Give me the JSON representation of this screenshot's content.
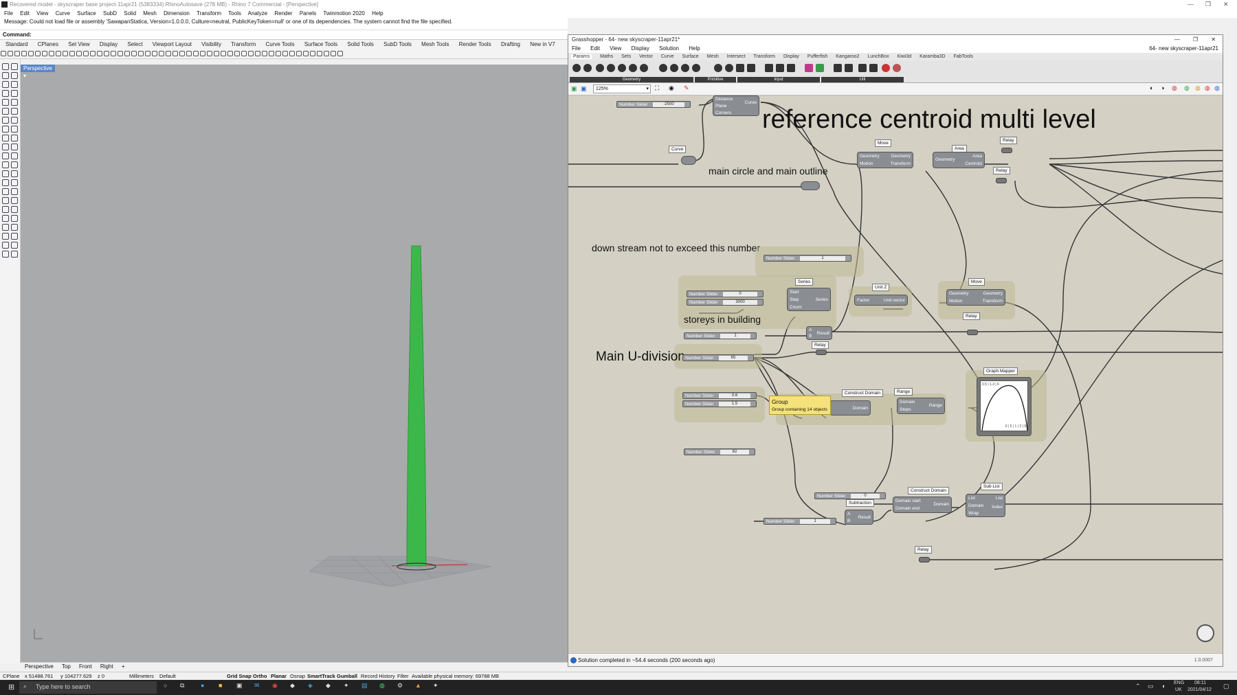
{
  "rhino": {
    "title": "Recovered model - skyscraper base project-11apr21 (5383334) RhinoAutosave (278 MB) - Rhino 7 Commercial - [Perspective]",
    "menu": [
      "File",
      "Edit",
      "View",
      "Curve",
      "Surface",
      "SubD",
      "Solid",
      "Mesh",
      "Dimension",
      "Transform",
      "Tools",
      "Analyze",
      "Render",
      "Panels",
      "Twinmotion 2020",
      "Help"
    ],
    "message": "Message: Could not load file or assembly 'SawapanStatica, Version=1.0.0.0, Culture=neutral, PublicKeyToken=null' or one of its dependencies. The system cannot find the file specified.",
    "command_label": "Command:",
    "toolbar_tabs": [
      "Standard",
      "CPlanes",
      "Set View",
      "Display",
      "Select",
      "Viewport Layout",
      "Visibility",
      "Transform",
      "Curve Tools",
      "Surface Tools",
      "Solid Tools",
      "SubD Tools",
      "Mesh Tools",
      "Render Tools",
      "Drafting",
      "New in V7"
    ],
    "viewport_label": "Perspective",
    "viewport_tabs": [
      "Perspective",
      "Top",
      "Front",
      "Right"
    ],
    "axis_label": "z x y",
    "status": {
      "cplane": "CPlane",
      "x": "x 51488.761",
      "y": "y 104277.629",
      "z": "z 0",
      "units": "Millimeters",
      "layer": "Default",
      "grid_snap": "Grid Snap",
      "ortho": "Ortho",
      "planar": "Planar",
      "osnap": "Osnap",
      "smarttrack": "SmartTrack",
      "gumball": "Gumball",
      "record_history": "Record History",
      "filter": "Filter",
      "memory": "Available physical memory: 69788 MB"
    }
  },
  "taskbar": {
    "search_placeholder": "Type here to search",
    "lang": "ENG",
    "region": "UK",
    "time": "08:11",
    "date": "2021/04/12"
  },
  "gh": {
    "title": "Grasshopper - 64- new skyscraper-11apr21*",
    "doc_name": "64- new skyscraper-11apr21",
    "menu": [
      "File",
      "Edit",
      "View",
      "Display",
      "Solution",
      "Help"
    ],
    "tabs": [
      "Params",
      "Maths",
      "Sets",
      "Vector",
      "Curve",
      "Surface",
      "Mesh",
      "Intersect",
      "Transform",
      "Display",
      "Pufferfish",
      "Kangaroo2",
      "LunchBox",
      "Kiwi3d",
      "Karamba3D",
      "FabTools"
    ],
    "ribbon_groups": [
      "Geometry",
      "Primitive",
      "Input",
      "Util"
    ],
    "zoom": "125%",
    "status": "Solution completed in ~54.4 seconds (200 seconds ago)",
    "version": "1.0.0007",
    "canvas": {
      "headline": "reference centroid multi level",
      "notes": {
        "main_circle": "main circle and main outline",
        "downstream": "down stream not to exceed this number",
        "storeys": "storeys in building",
        "u_division": "Main U-division"
      },
      "slider_label": "Number Slider",
      "slider_values": [
        "-2500",
        "1",
        "0",
        "3000",
        "1",
        "65",
        "0.6",
        "1.5",
        "82",
        "0",
        "1"
      ],
      "tags": {
        "curve": "Curve",
        "move": "Move",
        "area": "Area",
        "relay": "Relay",
        "series": "Series",
        "unit_z": "Unit Z",
        "construct_domain": "Construct Domain",
        "range": "Range",
        "graph_mapper": "Graph Mapper",
        "subtraction": "Subtraction",
        "sub_list": "Sub List"
      },
      "components": {
        "polygon": {
          "inputs": [
            "Distance",
            "Plane",
            "Corners"
          ],
          "output": "Curve"
        },
        "move": {
          "inputs": [
            "Geometry",
            "Motion"
          ],
          "outputs": [
            "Geometry",
            "Transform"
          ]
        },
        "area": {
          "input": "Geometry",
          "outputs": [
            "Area",
            "Centroid"
          ]
        },
        "series": {
          "inputs": [
            "Start",
            "Step",
            "Count"
          ],
          "output": "Series"
        },
        "unit_z": {
          "input": "Factor",
          "output": "Unit vector"
        },
        "move2": {
          "inputs": [
            "Geometry",
            "Motion"
          ],
          "outputs": [
            "Geometry",
            "Transform"
          ]
        },
        "subtract": {
          "inputs": [
            "A",
            "B"
          ],
          "output": "Result"
        },
        "domain": {
          "output": "Domain"
        },
        "range": {
          "inputs": [
            "Domain",
            "Steps"
          ],
          "output": "Range"
        },
        "construct_domain2": {
          "inputs": [
            "Domain start",
            "Domain end"
          ],
          "output": "Domain"
        },
        "sublist": {
          "inputs": [
            "List",
            "Domain",
            "Wrap"
          ],
          "outputs": [
            "List",
            "Index"
          ]
        },
        "subtraction2": {
          "inputs": [
            "A",
            "B"
          ],
          "output": "Result"
        }
      },
      "graph_labels": {
        "top": "0.5 | 1.3 | 6",
        "bottom": "0 | 5 | 1 | 2 | 9"
      },
      "tooltip": {
        "title": "Group",
        "desc": "Group containing 14 objects"
      }
    }
  },
  "colors": {
    "viewport_bg": "#a8aaac",
    "canvas_bg": "#d4d0c4",
    "tower": "#3cb84a",
    "group_tooltip": "#f5e27a",
    "vp_label": "#5b86c9"
  }
}
